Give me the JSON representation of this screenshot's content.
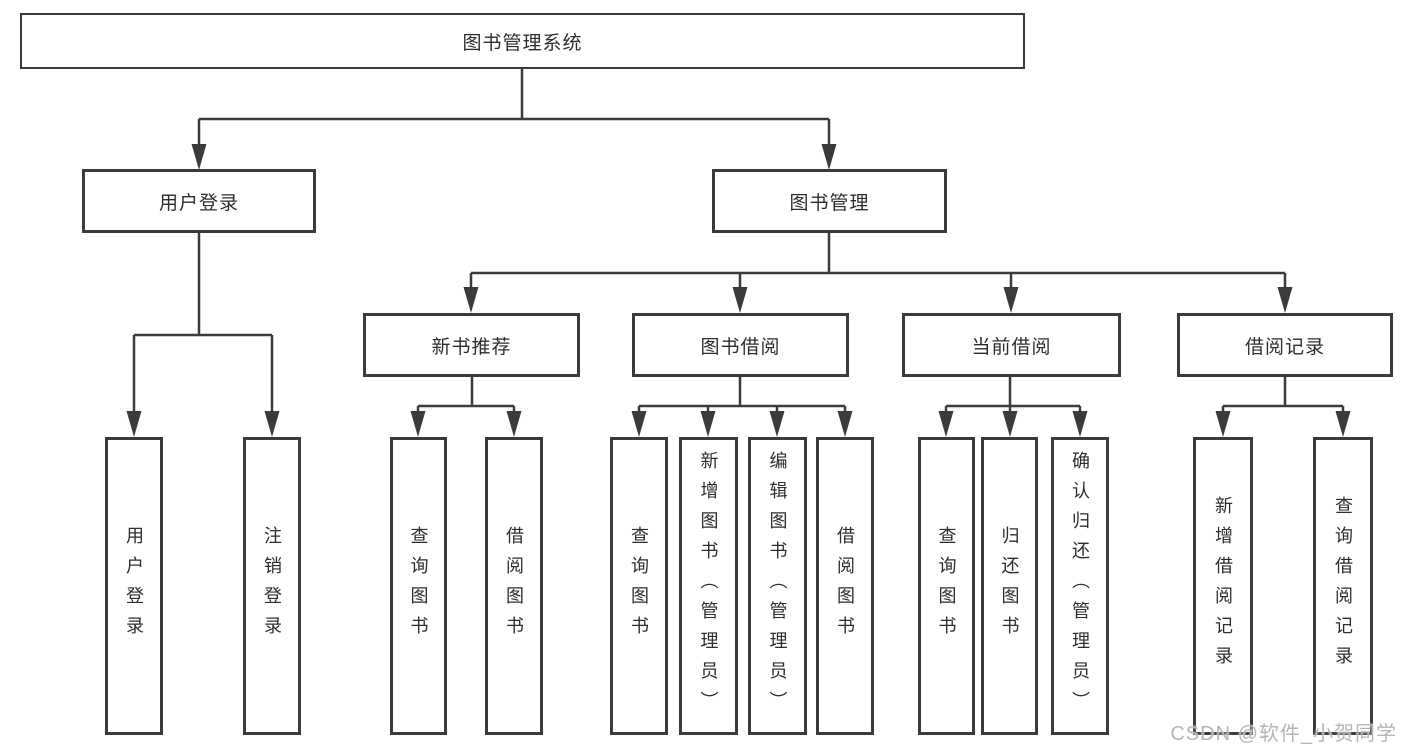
{
  "tree": {
    "root": {
      "label": "图书管理系统"
    },
    "branches": [
      {
        "label": "用户登录",
        "children": [
          "用户登录",
          "注销登录"
        ]
      },
      {
        "label": "图书管理",
        "sections": [
          {
            "label": "新书推荐",
            "children": [
              "查询图书",
              "借阅图书"
            ]
          },
          {
            "label": "图书借阅",
            "children": [
              "查询图书",
              "新增图书（管理员）",
              "编辑图书（管理员）",
              "借阅图书"
            ]
          },
          {
            "label": "当前借阅",
            "children": [
              "查询图书",
              "归还图书",
              "确认归还（管理员）"
            ]
          },
          {
            "label": "借阅记录",
            "children": [
              "新增借阅记录",
              "查询借阅记录"
            ]
          }
        ]
      }
    ]
  },
  "watermark": "CSDN @软件_小贺同学",
  "style": {
    "line_color": "#3b3b3b",
    "text_color": "#2d2d2d",
    "watermark_color": "#b5b5b5",
    "background": "#ffffff"
  }
}
